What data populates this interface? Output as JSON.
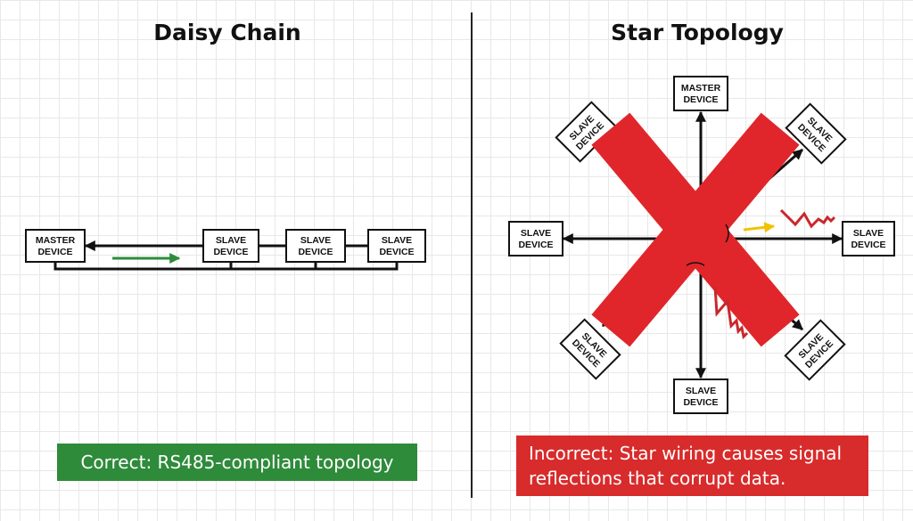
{
  "panels": {
    "left": {
      "title": "Daisy Chain"
    },
    "right": {
      "title": "Star Topology"
    }
  },
  "devices": {
    "master_line1": "MASTER",
    "slave_line1": "SLAVE",
    "line2": "DEVICE"
  },
  "banners": {
    "correct": "Correct: RS485-compliant topology",
    "incorrect_line1": "Incorrect: Star wiring causes signal",
    "incorrect_line2": "reflections that corrupt data."
  },
  "colors": {
    "correct_green": "#2e8b3a",
    "incorrect_red": "#d82b2b",
    "cross_red": "#e0262b",
    "flow_arrow_green": "#2e8b3a",
    "reflection_arrow_yellow": "#f2c200",
    "reflection_zigzag_red": "#c8282c"
  }
}
